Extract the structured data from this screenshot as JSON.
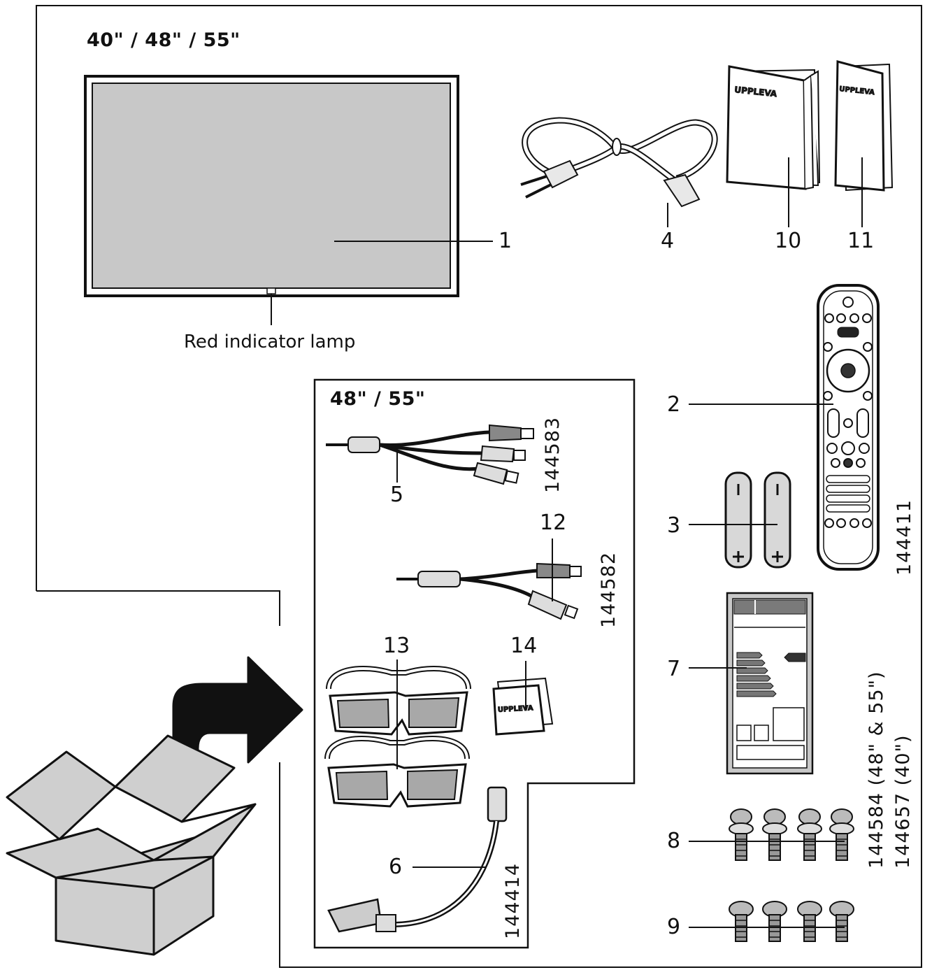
{
  "headings": {
    "all_sizes": "40\" / 48\" / 55\"",
    "large_sizes": "48\" / 55\""
  },
  "captions": {
    "indicator": "Red indicator lamp"
  },
  "brand_text": "UPPLEVA",
  "part_numbers": {
    "p1": "1",
    "p2": "2",
    "p3": "3",
    "p4": "4",
    "p5": "5",
    "p6": "6",
    "p7": "7",
    "p8": "8",
    "p9": "9",
    "p10": "10",
    "p11": "11",
    "p12": "12",
    "p13": "13",
    "p14": "14"
  },
  "article_numbers": {
    "cable_5": "144583",
    "cable_12": "144582",
    "cable_6": "144414",
    "remote": "144411",
    "screws_48_55": "144584 (48\" & 55\")",
    "screws_40": "144657 (40\")"
  },
  "colors": {
    "line": "#111111",
    "screen": "#c8c8c8",
    "lens": "#a8a8a8",
    "box": "#cfcfcf"
  }
}
